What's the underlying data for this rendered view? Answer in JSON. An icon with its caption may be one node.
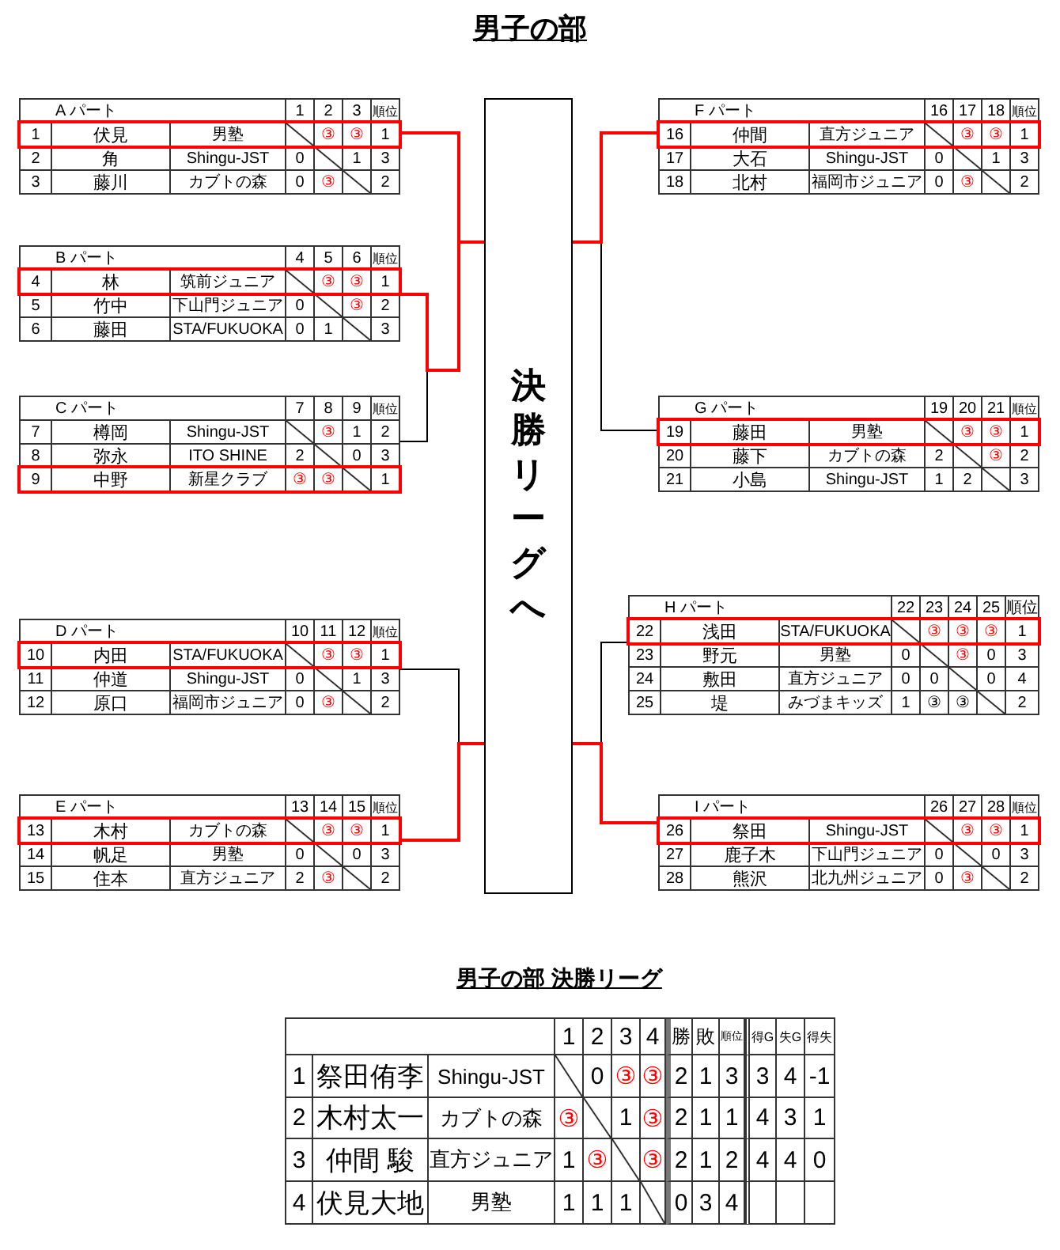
{
  "diagram": {
    "title": "男子の部",
    "nodes": [
      {
        "text": [
          "A パート",
          "1",
          "2",
          "3",
          "順位",
          "1",
          "伏見",
          "男塾",
          "③",
          "③",
          "1",
          "2",
          "角",
          "Shingu-JST",
          "0",
          "1",
          "3",
          "3",
          "藤川",
          "カブトの森",
          "0",
          "③",
          "2"
        ]
      },
      {
        "text": [
          "B パート",
          "4",
          "5",
          "6",
          "順位",
          "4",
          "林",
          "筑前ジュニア",
          "③",
          "③",
          "1",
          "5",
          "竹中",
          "下山門ジュニア",
          "0",
          "③",
          "2",
          "6",
          "藤田",
          "STA/FUKUOKA",
          "0",
          "1",
          "3"
        ]
      },
      {
        "text": [
          "C パート",
          "7",
          "8",
          "9",
          "順位",
          "7",
          "樽岡",
          "Shingu-JST",
          "③",
          "1",
          "2",
          "8",
          "弥永",
          "ITO SHINE",
          "2",
          "0",
          "3",
          "9",
          "中野",
          "新星クラブ",
          "③",
          "③",
          "1"
        ]
      },
      {
        "text": [
          "D パート",
          "10",
          "11",
          "12",
          "順位",
          "10",
          "内田",
          "STA/FUKUOKA",
          "③",
          "③",
          "1",
          "11",
          "仲道",
          "Shingu-JST",
          "0",
          "1",
          "3",
          "12",
          "原口",
          "福岡市ジュニア",
          "0",
          "③",
          "2"
        ]
      },
      {
        "text": [
          "E パート",
          "13",
          "14",
          "15",
          "順位",
          "13",
          "木村",
          "カブトの森",
          "③",
          "③",
          "1",
          "14",
          "帆足",
          "男塾",
          "0",
          "0",
          "3",
          "15",
          "住本",
          "直方ジュニア",
          "2",
          "③",
          "2"
        ]
      },
      {
        "text": [
          "決勝リーグへ"
        ]
      },
      {
        "text": [
          "F パート",
          "16",
          "17",
          "18",
          "順位",
          "16",
          "仲間",
          "直方ジュニア",
          "③",
          "③",
          "1",
          "17",
          "大石",
          "Shingu-JST",
          "0",
          "1",
          "3",
          "18",
          "北村",
          "福岡市ジュニア",
          "0",
          "③",
          "2"
        ]
      },
      {
        "text": [
          "G パート",
          "19",
          "20",
          "21",
          "順位",
          "19",
          "藤田",
          "男塾",
          "③",
          "③",
          "1",
          "20",
          "藤下",
          "カブトの森",
          "2",
          "③",
          "2",
          "21",
          "小島",
          "Shingu-JST",
          "1",
          "2",
          "3"
        ]
      },
      {
        "text": [
          "H パート",
          "22",
          "23",
          "24",
          "25",
          "順位",
          "22",
          "浅田",
          "STA/FUKUOKA",
          "③",
          "③",
          "③",
          "1",
          "23",
          "野元",
          "男塾",
          "0",
          "③",
          "0",
          "3",
          "24",
          "敷田",
          "直方ジュニア",
          "0",
          "0",
          "0",
          "4",
          "25",
          "堤",
          "みづまキッズ",
          "1",
          "③",
          "③",
          "2"
        ]
      },
      {
        "text": [
          "I パート",
          "26",
          "27",
          "28",
          "順位",
          "26",
          "祭田",
          "Shingu-JST",
          "③",
          "③",
          "1",
          "27",
          "鹿子木",
          "下山門ジュニア",
          "0",
          "0",
          "3",
          "28",
          "熊沢",
          "北九州ジュニア",
          "0",
          "③",
          "2"
        ]
      }
    ],
    "edges": [
      {
        "from": 0,
        "to": 5,
        "arrow": "none"
      },
      {
        "from": 1,
        "to": 5,
        "arrow": "none"
      },
      {
        "from": 2,
        "to": 5,
        "arrow": "none",
        "color": "#000000"
      },
      {
        "from": 3,
        "to": 5,
        "arrow": "none",
        "color": "#000000"
      },
      {
        "from": 4,
        "to": 5,
        "arrow": "none"
      },
      {
        "from": 6,
        "to": 5,
        "arrow": "none"
      },
      {
        "from": 7,
        "to": 5,
        "arrow": "none",
        "color": "#000000"
      },
      {
        "from": 8,
        "to": 5,
        "arrow": "none",
        "color": "#000000"
      },
      {
        "from": 9,
        "to": 5,
        "arrow": "none"
      }
    ],
    "labels": [
      "男子の部 決勝リーグ",
      "1",
      "2",
      "3",
      "4",
      "勝",
      "敗",
      "順位",
      "得G",
      "失G",
      "得失",
      "1",
      "祭田侑李",
      "Shingu-JST",
      "0",
      "③",
      "③",
      "2",
      "1",
      "3",
      "3",
      "4",
      "-1",
      "2",
      "木村太一",
      "カブトの森",
      "③",
      "1",
      "③",
      "2",
      "1",
      "1",
      "4",
      "3",
      "1",
      "3",
      "仲間 駿",
      "直方ジュニア",
      "1",
      "③",
      "③",
      "2",
      "1",
      "2",
      "4",
      "4",
      "0",
      "4",
      "伏見大地",
      "男塾",
      "1",
      "1",
      "1",
      "0",
      "3",
      "4"
    ]
  }
}
